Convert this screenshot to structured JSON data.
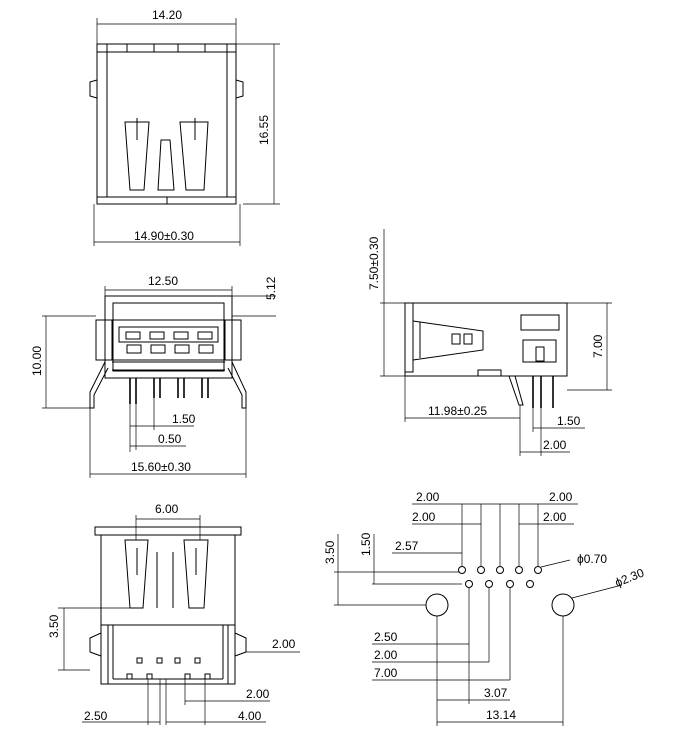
{
  "top_view": {
    "width_top": "14.20",
    "height": "16.55",
    "width_bottom": "14.90±0.30"
  },
  "front_view": {
    "opening_width": "12.50",
    "top_offset": "5.12",
    "height": "10.00",
    "pin_pitch": "1.50",
    "pin_thickness": "0.50",
    "overall_width": "15.60±0.30"
  },
  "side_view": {
    "overall_height": "7.50±0.30",
    "body_height": "7.00",
    "depth": "11.98±0.25",
    "pin_pitch": "1.50",
    "pin_row_spacing": "2.00"
  },
  "bottom_view": {
    "pin_span": "6.00",
    "edge_offset": "3.50",
    "tab_offset": "2.00",
    "pin_spacing_2": "2.00",
    "left_offset": "2.50",
    "right_offset": "4.00"
  },
  "pcb_layout": {
    "pitch_top_left": "2.00",
    "pitch_top_right": "2.00",
    "pitch_second_left": "2.00",
    "pitch_second_right": "2.00",
    "row_spacing": "3.50",
    "row_offset": "1.50",
    "first_hole_offset": "2.57",
    "small_hole_dia": "ϕ0.70",
    "large_hole_dia": "ϕ2.30",
    "bottom_dim_1": "2.50",
    "bottom_dim_2": "2.00",
    "bottom_dim_3": "7.00",
    "bottom_dim_4": "3.07",
    "bottom_dim_5": "13.14"
  }
}
